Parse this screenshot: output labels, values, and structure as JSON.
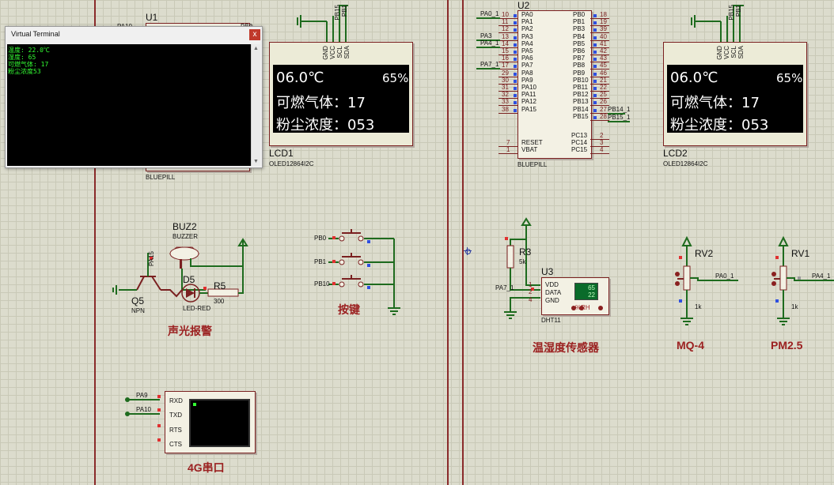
{
  "terminal": {
    "title": "Virtual Terminal",
    "close": "x",
    "lines": [
      "温度: 22.0℃",
      "湿度: 65",
      "可燃气体: 17",
      "粉尘浓度53"
    ]
  },
  "u1": {
    "ref": "U1",
    "part": "BLUEPILL",
    "top_pins": [
      "PA10",
      "PB0"
    ]
  },
  "lcd1": {
    "ref": "LCD1",
    "part": "OLED12864I2C",
    "pins": [
      "GND",
      "VCC",
      "SCL",
      "SDA"
    ],
    "nets": [
      "PB15",
      "PB1"
    ],
    "line1_temp": "06.0℃",
    "line1_hum": "65%",
    "line2": "可燃气体：17",
    "line3": "粉尘浓度：053"
  },
  "lcd2": {
    "ref": "LCD2",
    "part": "OLED12864I2C",
    "pins": [
      "GND",
      "VCC",
      "SCL",
      "SDA"
    ],
    "nets": [
      "PB15",
      "PB1"
    ],
    "line1_temp": "06.0℃",
    "line1_hum": "65%",
    "line2": "可燃气体：17",
    "line3": "粉尘浓度：053"
  },
  "u2": {
    "ref": "U2",
    "part": "BLUEPILL",
    "left_pins": [
      {
        "num": "10",
        "name": "PA0",
        "net": "PA0_1"
      },
      {
        "num": "11",
        "name": "PA1",
        "net": ""
      },
      {
        "num": "12",
        "name": "PA2",
        "net": ""
      },
      {
        "num": "13",
        "name": "PA3",
        "net": "PA3"
      },
      {
        "num": "14",
        "name": "PA4",
        "net": "PA4_1"
      },
      {
        "num": "15",
        "name": "PA5",
        "net": ""
      },
      {
        "num": "16",
        "name": "PA6",
        "net": ""
      },
      {
        "num": "17",
        "name": "PA7",
        "net": "PA7_1"
      },
      {
        "num": "29",
        "name": "PA8",
        "net": ""
      },
      {
        "num": "30",
        "name": "PA9",
        "net": ""
      },
      {
        "num": "31",
        "name": "PA10",
        "net": ""
      },
      {
        "num": "32",
        "name": "PA11",
        "net": ""
      },
      {
        "num": "33",
        "name": "PA12",
        "net": ""
      },
      {
        "num": "38",
        "name": "PA15",
        "net": ""
      }
    ],
    "right_pins": [
      {
        "num": "18",
        "name": "PB0"
      },
      {
        "num": "19",
        "name": "PB1"
      },
      {
        "num": "39",
        "name": "PB3"
      },
      {
        "num": "40",
        "name": "PB4"
      },
      {
        "num": "41",
        "name": "PB5"
      },
      {
        "num": "42",
        "name": "PB6"
      },
      {
        "num": "43",
        "name": "PB7"
      },
      {
        "num": "45",
        "name": "PB8"
      },
      {
        "num": "46",
        "name": "PB9"
      },
      {
        "num": "21",
        "name": "PB10"
      },
      {
        "num": "22",
        "name": "PB11"
      },
      {
        "num": "25",
        "name": "PB12"
      },
      {
        "num": "26",
        "name": "PB13"
      },
      {
        "num": "27",
        "name": "PB14"
      },
      {
        "num": "28",
        "name": "PB15"
      }
    ],
    "right_nets": [
      "PB14_1",
      "PB15_1"
    ],
    "bottom_left": [
      {
        "num": "7",
        "name": "RESET"
      },
      {
        "num": "1",
        "name": "VBAT"
      }
    ],
    "bottom_right": [
      {
        "num": "2",
        "name": "PC13"
      },
      {
        "num": "3",
        "name": "PC14"
      },
      {
        "num": "4",
        "name": "PC15"
      }
    ]
  },
  "alarm": {
    "buz_ref": "BUZ2",
    "buz_part": "BUZZER",
    "q_ref": "Q5",
    "q_part": "NPN",
    "q_net": "PA15",
    "d_ref": "D5",
    "d_part": "LED-RED",
    "r_ref": "R5",
    "r_val": "300",
    "label": "声光报警"
  },
  "keys": {
    "nets": [
      "PB0",
      "PB1",
      "PB10"
    ],
    "label": "按键"
  },
  "dht": {
    "r_ref": "R3",
    "r_val": "5k",
    "net": "PA7_1",
    "u_ref": "U3",
    "part": "DHT11",
    "pins": [
      {
        "name": "VDD",
        "num": "1"
      },
      {
        "name": "DATA",
        "num": "2"
      },
      {
        "name": "GND",
        "num": "4"
      }
    ],
    "reading_hum": "65",
    "reading_temp": "22",
    "unit": "%RH",
    "label": "温湿度传感器"
  },
  "mq4": {
    "ref": "RV2",
    "net": "PA0_1",
    "val": "1k",
    "label": "MQ-4"
  },
  "pm25": {
    "ref": "RV1",
    "net": "PA4_1",
    "val": "1k",
    "label": "PM2.5"
  },
  "uart": {
    "pins": [
      "RXD",
      "TXD",
      "RTS",
      "CTS"
    ],
    "nets": [
      "PA9",
      "PA10"
    ],
    "label": "4G串口"
  }
}
